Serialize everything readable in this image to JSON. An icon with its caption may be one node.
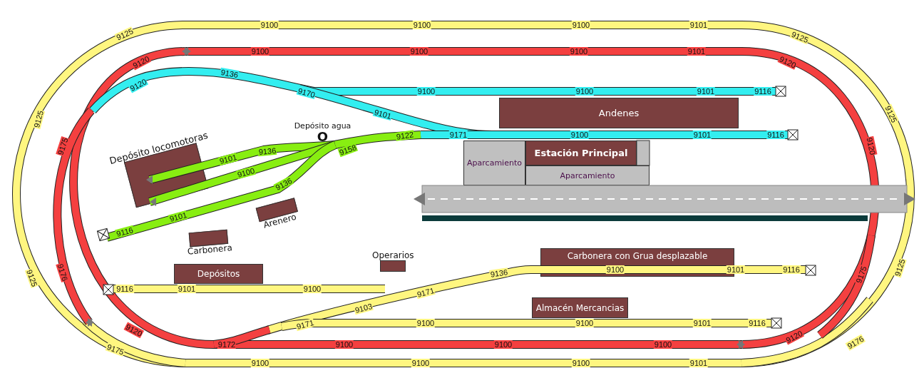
{
  "diagram": {
    "nodes": [
      {
        "text": [
          "Andenes"
        ]
      },
      {
        "text": [
          "Depósito agua",
          "O"
        ]
      },
      {
        "text": [
          "Depósito locomotoras"
        ]
      },
      {
        "text": [
          "Aparcamiento"
        ]
      },
      {
        "text": [
          "Estación Principal"
        ]
      },
      {
        "text": [
          "Aparcamiento"
        ]
      },
      {
        "text": [
          "Arenero"
        ]
      },
      {
        "text": [
          "Carbonera"
        ]
      },
      {
        "text": [
          "Carbonera con Grua desplazable"
        ]
      },
      {
        "text": [
          "Operarios"
        ]
      },
      {
        "text": [
          "Depósitos"
        ]
      },
      {
        "text": [
          "Almacén Mercancias"
        ]
      }
    ],
    "labels": [
      "9125",
      "9100",
      "9100",
      "9100",
      "9101",
      "9125",
      "9100",
      "9100",
      "9100",
      "9101",
      "9120",
      "9136",
      "9120",
      "9120",
      "9170",
      "9100",
      "9100",
      "9101",
      "9116",
      "9125",
      "9101",
      "9125",
      "9175",
      "9136",
      "9158",
      "9122",
      "9171",
      "9100",
      "9101",
      "9116",
      "9120",
      "9101",
      "9100",
      "9136",
      "9101",
      "9116",
      "9125",
      "9176",
      "9136",
      "9100",
      "9101",
      "9116",
      "9175",
      "9125",
      "9116",
      "9101",
      "9100",
      "9171",
      "9103",
      "9120",
      "9171",
      "9100",
      "9100",
      "9101",
      "9116",
      "9120",
      "9175",
      "9172",
      "9100",
      "9100",
      "9100",
      "9176",
      "9100",
      "9100",
      "9100",
      "9101"
    ]
  }
}
